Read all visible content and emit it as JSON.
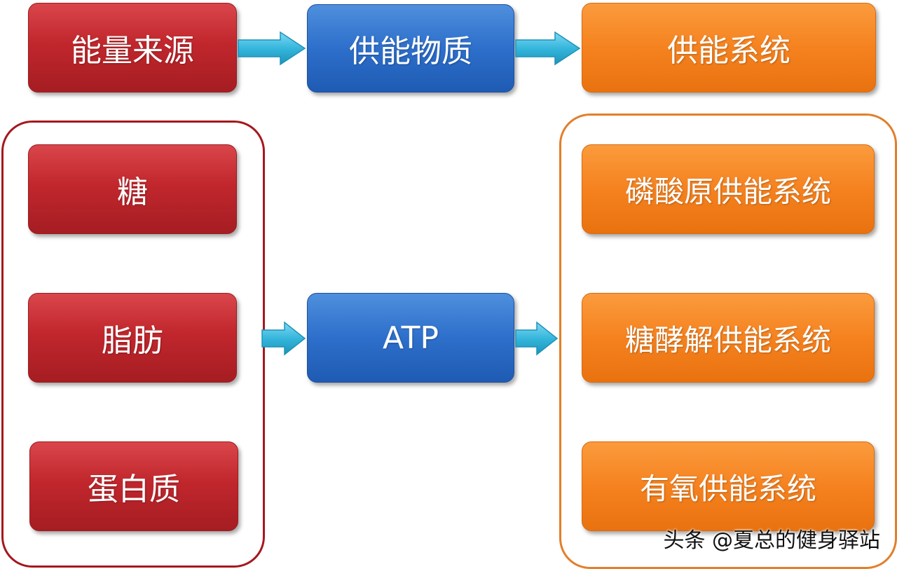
{
  "header_row": {
    "energy_source": "能量来源",
    "energy_substance": "供能物质",
    "energy_system": "供能系统"
  },
  "sources": [
    "糖",
    "脂肪",
    "蛋白质"
  ],
  "substance": "ATP",
  "systems": [
    "磷酸原供能系统",
    "糖酵解供能系统",
    "有氧供能系统"
  ],
  "watermark": "头条 @夏总的健身驿站",
  "colors": {
    "red": "#c1272d",
    "blue": "#2d6fcb",
    "orange": "#f5821f",
    "arrow": "#35b6dc"
  }
}
